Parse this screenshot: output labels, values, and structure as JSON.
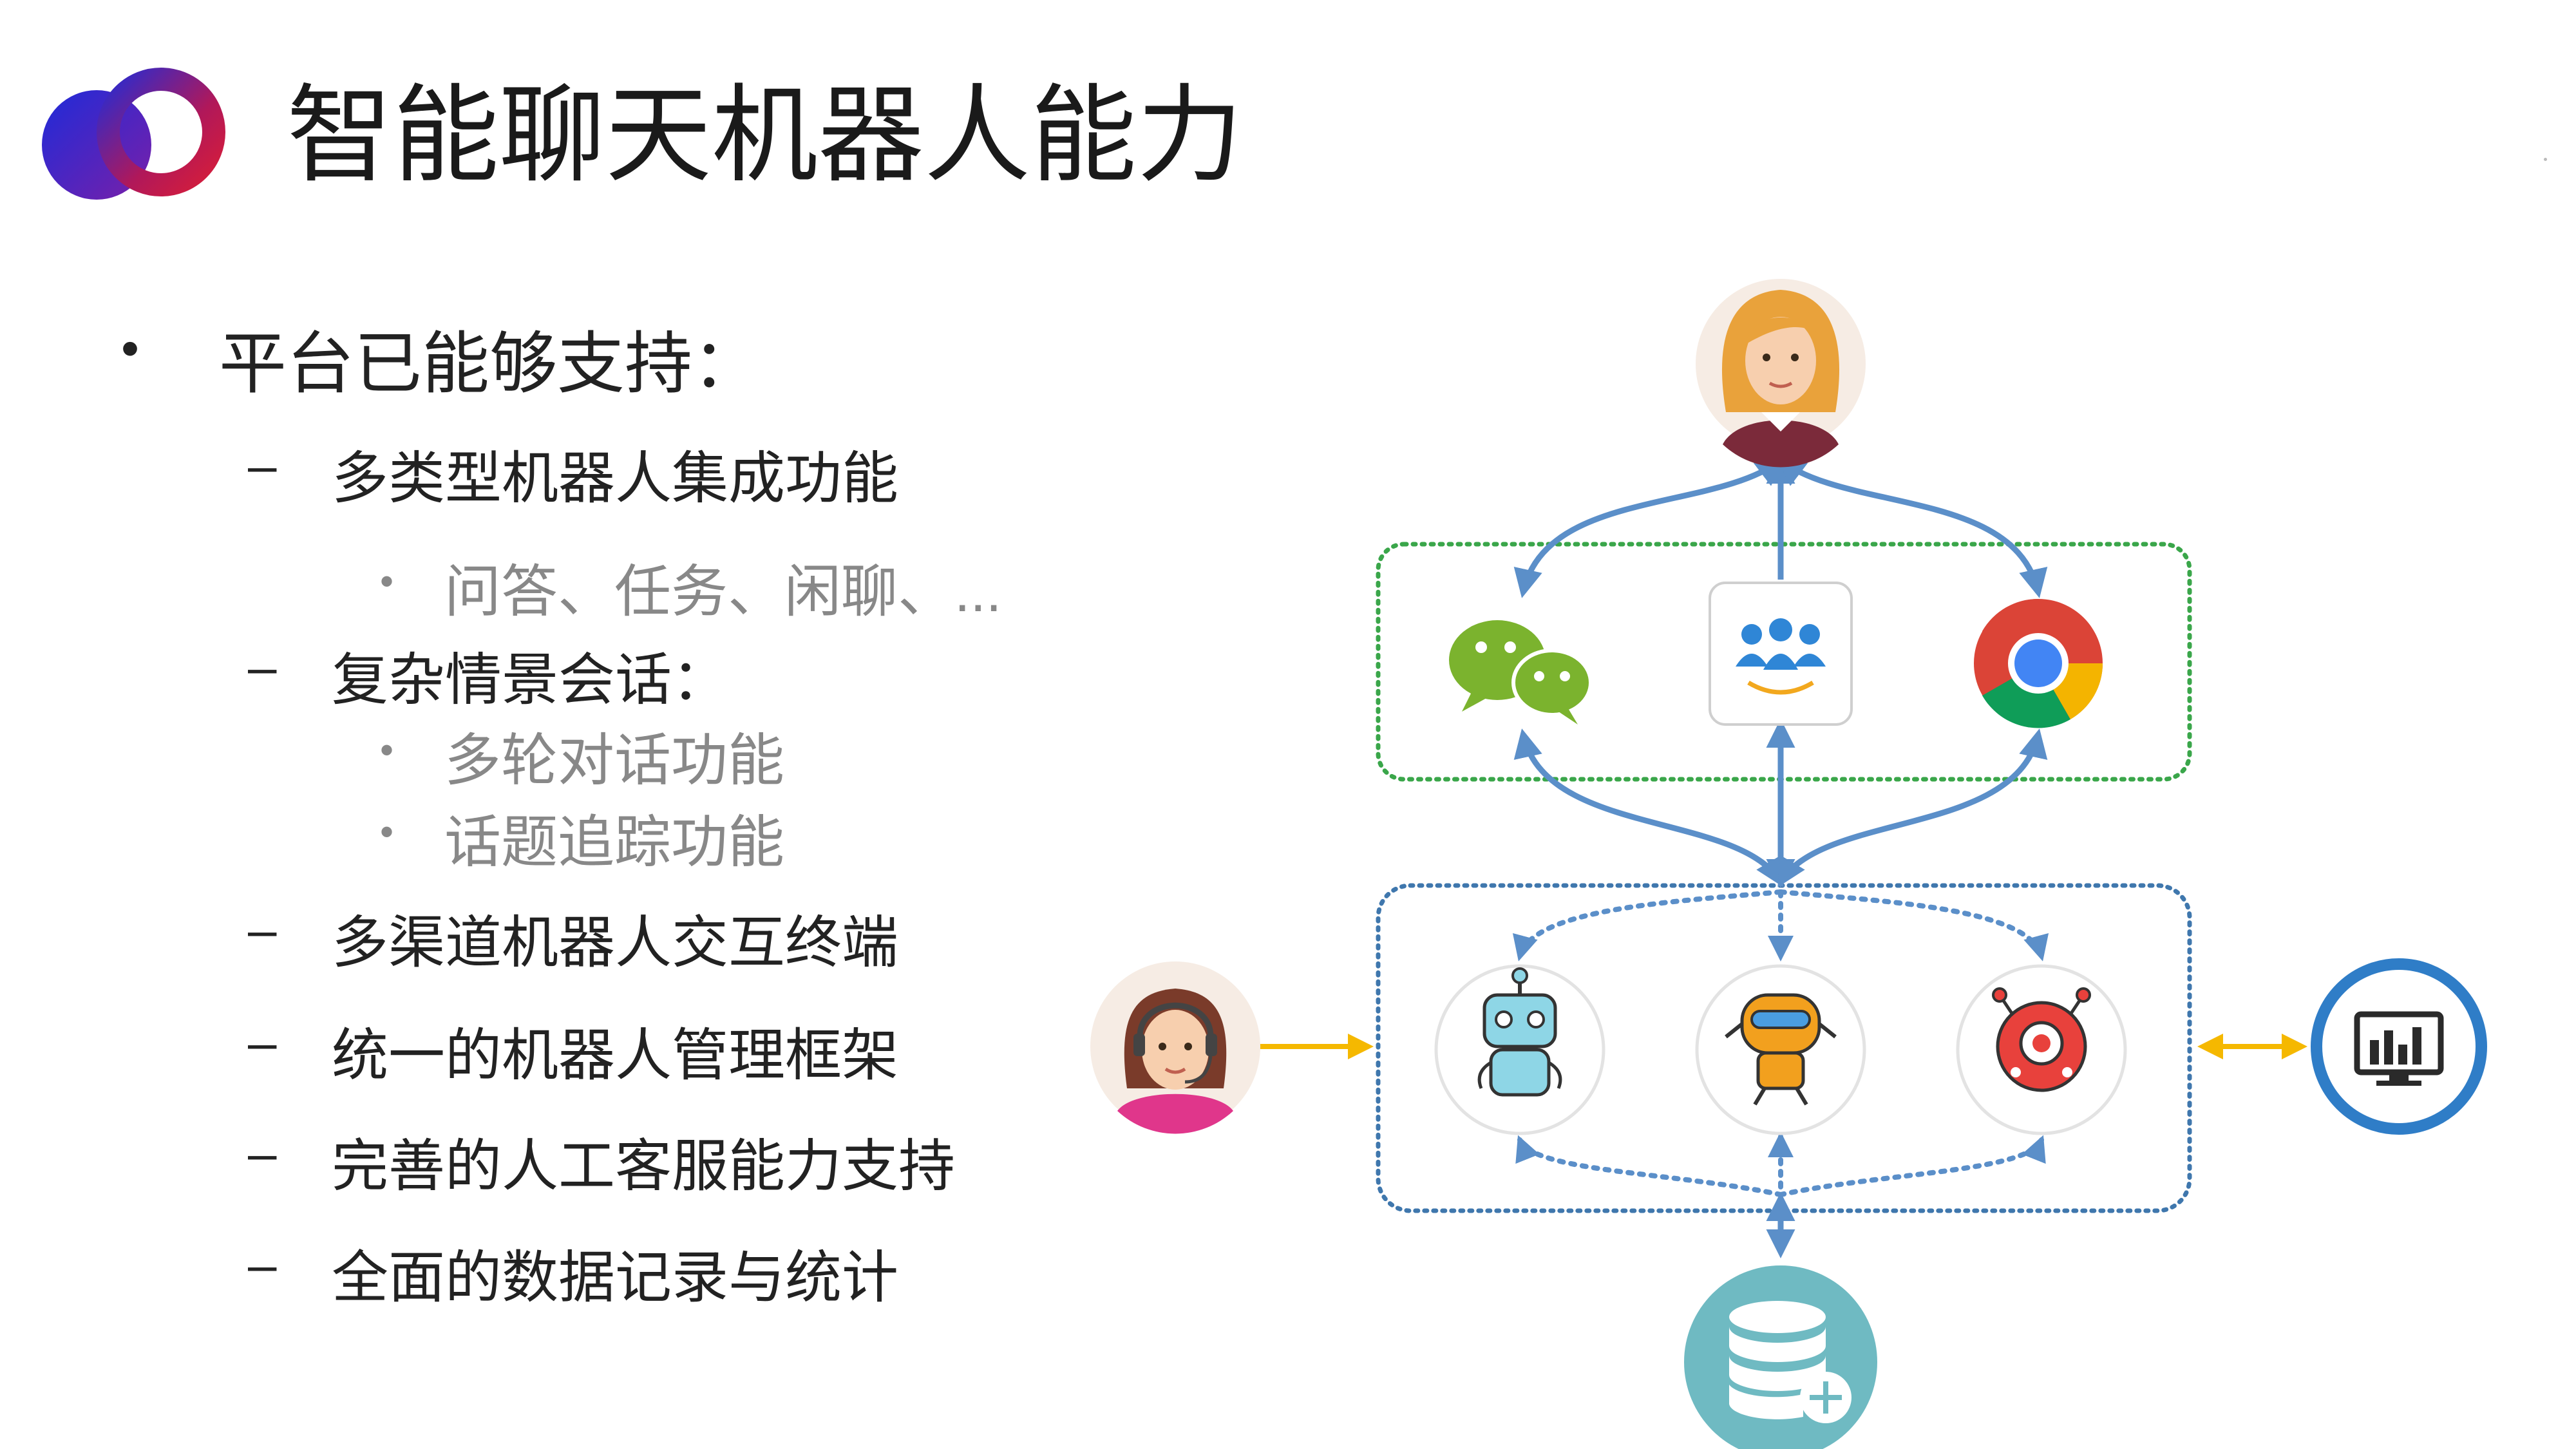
{
  "slide": {
    "title": "智能聊天机器人能力",
    "colors": {
      "accent_red": "#c8102e",
      "accent_blue": "#1f3fe0",
      "arrow_blue": "#5b8fc9",
      "arrow_yellow": "#f5b800",
      "green_dotted": "#3aa64a"
    }
  },
  "bullets": {
    "heading": "平台已能够支持：",
    "items": [
      {
        "label": "多类型机器人集成功能",
        "subs": [
          "问答、任务、闲聊、..."
        ]
      },
      {
        "label": "复杂情景会话：",
        "subs": [
          "多轮对话功能",
          "话题追踪功能"
        ]
      },
      {
        "label": "多渠道机器人交互终端",
        "subs": []
      },
      {
        "label": "统一的机器人管理框架",
        "subs": []
      },
      {
        "label": "完善的人工客服能力支持",
        "subs": []
      },
      {
        "label": "全面的数据记录与统计",
        "subs": []
      }
    ],
    "bullet_char": "•",
    "dash_char": "–"
  },
  "diagram": {
    "nodes": {
      "user": "user-avatar-icon",
      "channels": [
        "wechat-icon",
        "group-chat-icon",
        "chrome-icon"
      ],
      "robots": [
        "robot-blue-icon",
        "robot-orange-icon",
        "robot-red-icon"
      ],
      "agent": "customer-service-agent-icon",
      "dashboard": "monitor-chart-icon",
      "database": "database-icon"
    }
  }
}
